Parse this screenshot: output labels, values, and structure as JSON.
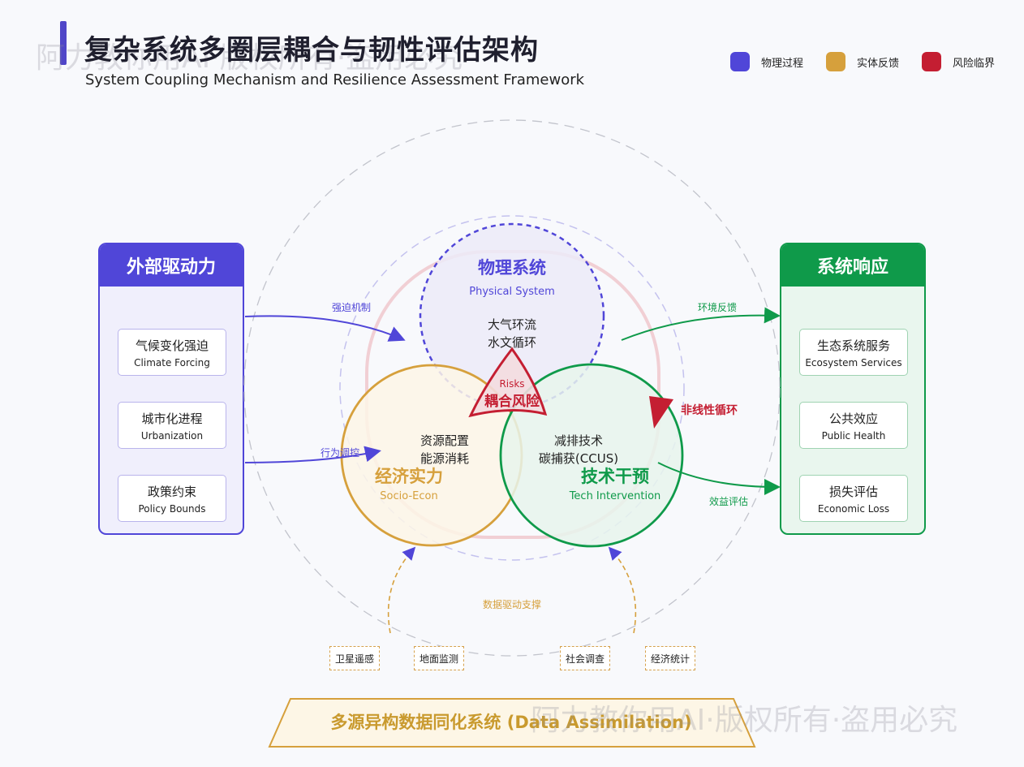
{
  "header": {
    "title_cn": "复杂系统多圈层耦合与韧性评估架构",
    "title_en": "System Coupling Mechanism and Resilience Assessment Framework"
  },
  "watermarks": [
    "阿力教你用AI·版权所有·盗用必究",
    "阿力教你用AI·版权所有·盗用必究"
  ],
  "legend": [
    {
      "label": "物理过程",
      "color": "#5046d8"
    },
    {
      "label": "实体反馈",
      "color": "#d6a03c"
    },
    {
      "label": "风险临界",
      "color": "#c41e32"
    }
  ],
  "left_panel": {
    "title": "外部驱动力",
    "color": "#5046d8",
    "cards": [
      {
        "cn": "气候变化强迫",
        "en": "Climate Forcing"
      },
      {
        "cn": "城市化进程",
        "en": "Urbanization"
      },
      {
        "cn": "政策约束",
        "en": "Policy Bounds"
      }
    ]
  },
  "right_panel": {
    "title": "系统响应",
    "color": "#0f9a4a",
    "cards": [
      {
        "cn": "生态系统服务",
        "en": "Ecosystem Services"
      },
      {
        "cn": "公共效应",
        "en": "Public Health"
      },
      {
        "cn": "损失评估",
        "en": "Economic Loss"
      }
    ]
  },
  "physical": {
    "title": "物理系统",
    "subtitle": "Physical System",
    "line1": "大气环流",
    "line2": "水文循环",
    "color": "#5046d8"
  },
  "socio": {
    "title": "经济实力",
    "subtitle": "Socio-Econ",
    "line1": "资源配置",
    "line2": "能源消耗",
    "color": "#d6a03c"
  },
  "tech": {
    "title": "技术干预",
    "subtitle": "Tech Intervention",
    "line1": "减排技术",
    "line2": "碳捕获(CCUS)",
    "color": "#0f9a4a"
  },
  "risk": {
    "en": "Risks",
    "cn": "耦合风险",
    "color": "#c41e32"
  },
  "arrows": {
    "forcing": "强迫机制",
    "regulate": "行为调控",
    "env_feedback": "环境反馈",
    "benefit": "效益评估",
    "nonlinear": "非线性循环",
    "data_support": "数据驱动支撑"
  },
  "data_sources": [
    "卫星遥感",
    "地面监测",
    "社会调查",
    "经济统计"
  ],
  "assimilation": "多源异构数据同化系统 (Data Assimilation)"
}
